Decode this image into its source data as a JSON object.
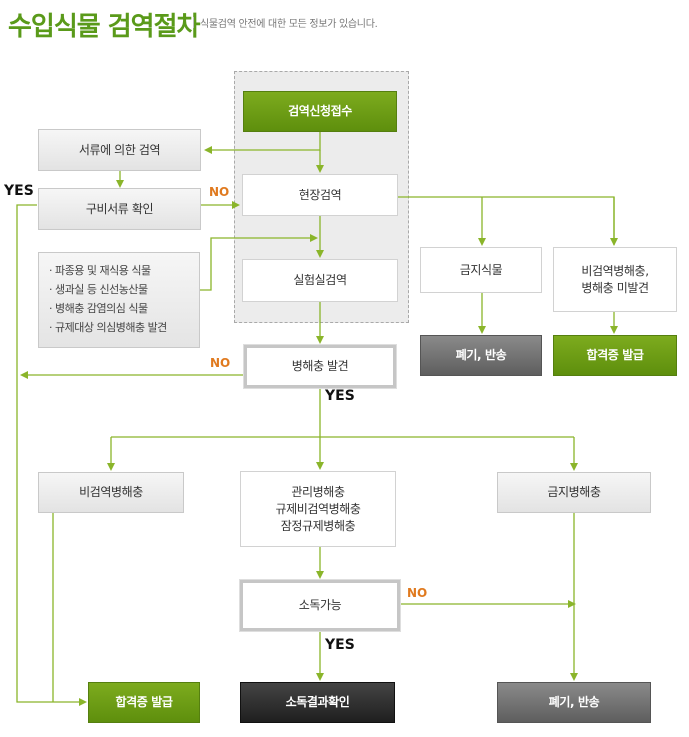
{
  "header": {
    "title": "수입식물 검역절차",
    "subtitle": "식물검역 안전에 대한 모든 정보가 있습니다."
  },
  "nodes": {
    "inspection_request": "검역신청접수",
    "document_inspection": "서류에 의한 검역",
    "required_docs_check": "구비서류 확인",
    "field_inspection": "현장검역",
    "lab_inspection": "실험실검역",
    "prohibited_plant": "금지식물",
    "non_quarantine_pest": "비검역병해충,\n병해충 미발견",
    "disposal_return_1": "폐기, 반송",
    "certificate_issue_1": "합격증 발급",
    "pest_found": "병해충 발견",
    "non_quarantine_pest_2": "비검역병해충",
    "managed_pests": "관리병해충\n규제비검역병해충\n잠정규제병해충",
    "prohibited_pest": "금지병해충",
    "disinfection_possible": "소독가능",
    "certificate_issue_2": "합격증 발급",
    "disinfection_result_check": "소독결과확인",
    "disposal_return_2": "폐기, 반송"
  },
  "lab_criteria": [
    "· 파종용 및 재식용 식물",
    "· 생과실 등 신선농산물",
    "· 병해충 감염의심 식물",
    "· 규제대상 의심병해충 발견"
  ],
  "labels": {
    "yes": "YES",
    "no": "NO"
  },
  "colors": {
    "accent_green": "#6fa11a",
    "arrow_green": "#8ab52a",
    "no_orange": "#e07a1f"
  }
}
